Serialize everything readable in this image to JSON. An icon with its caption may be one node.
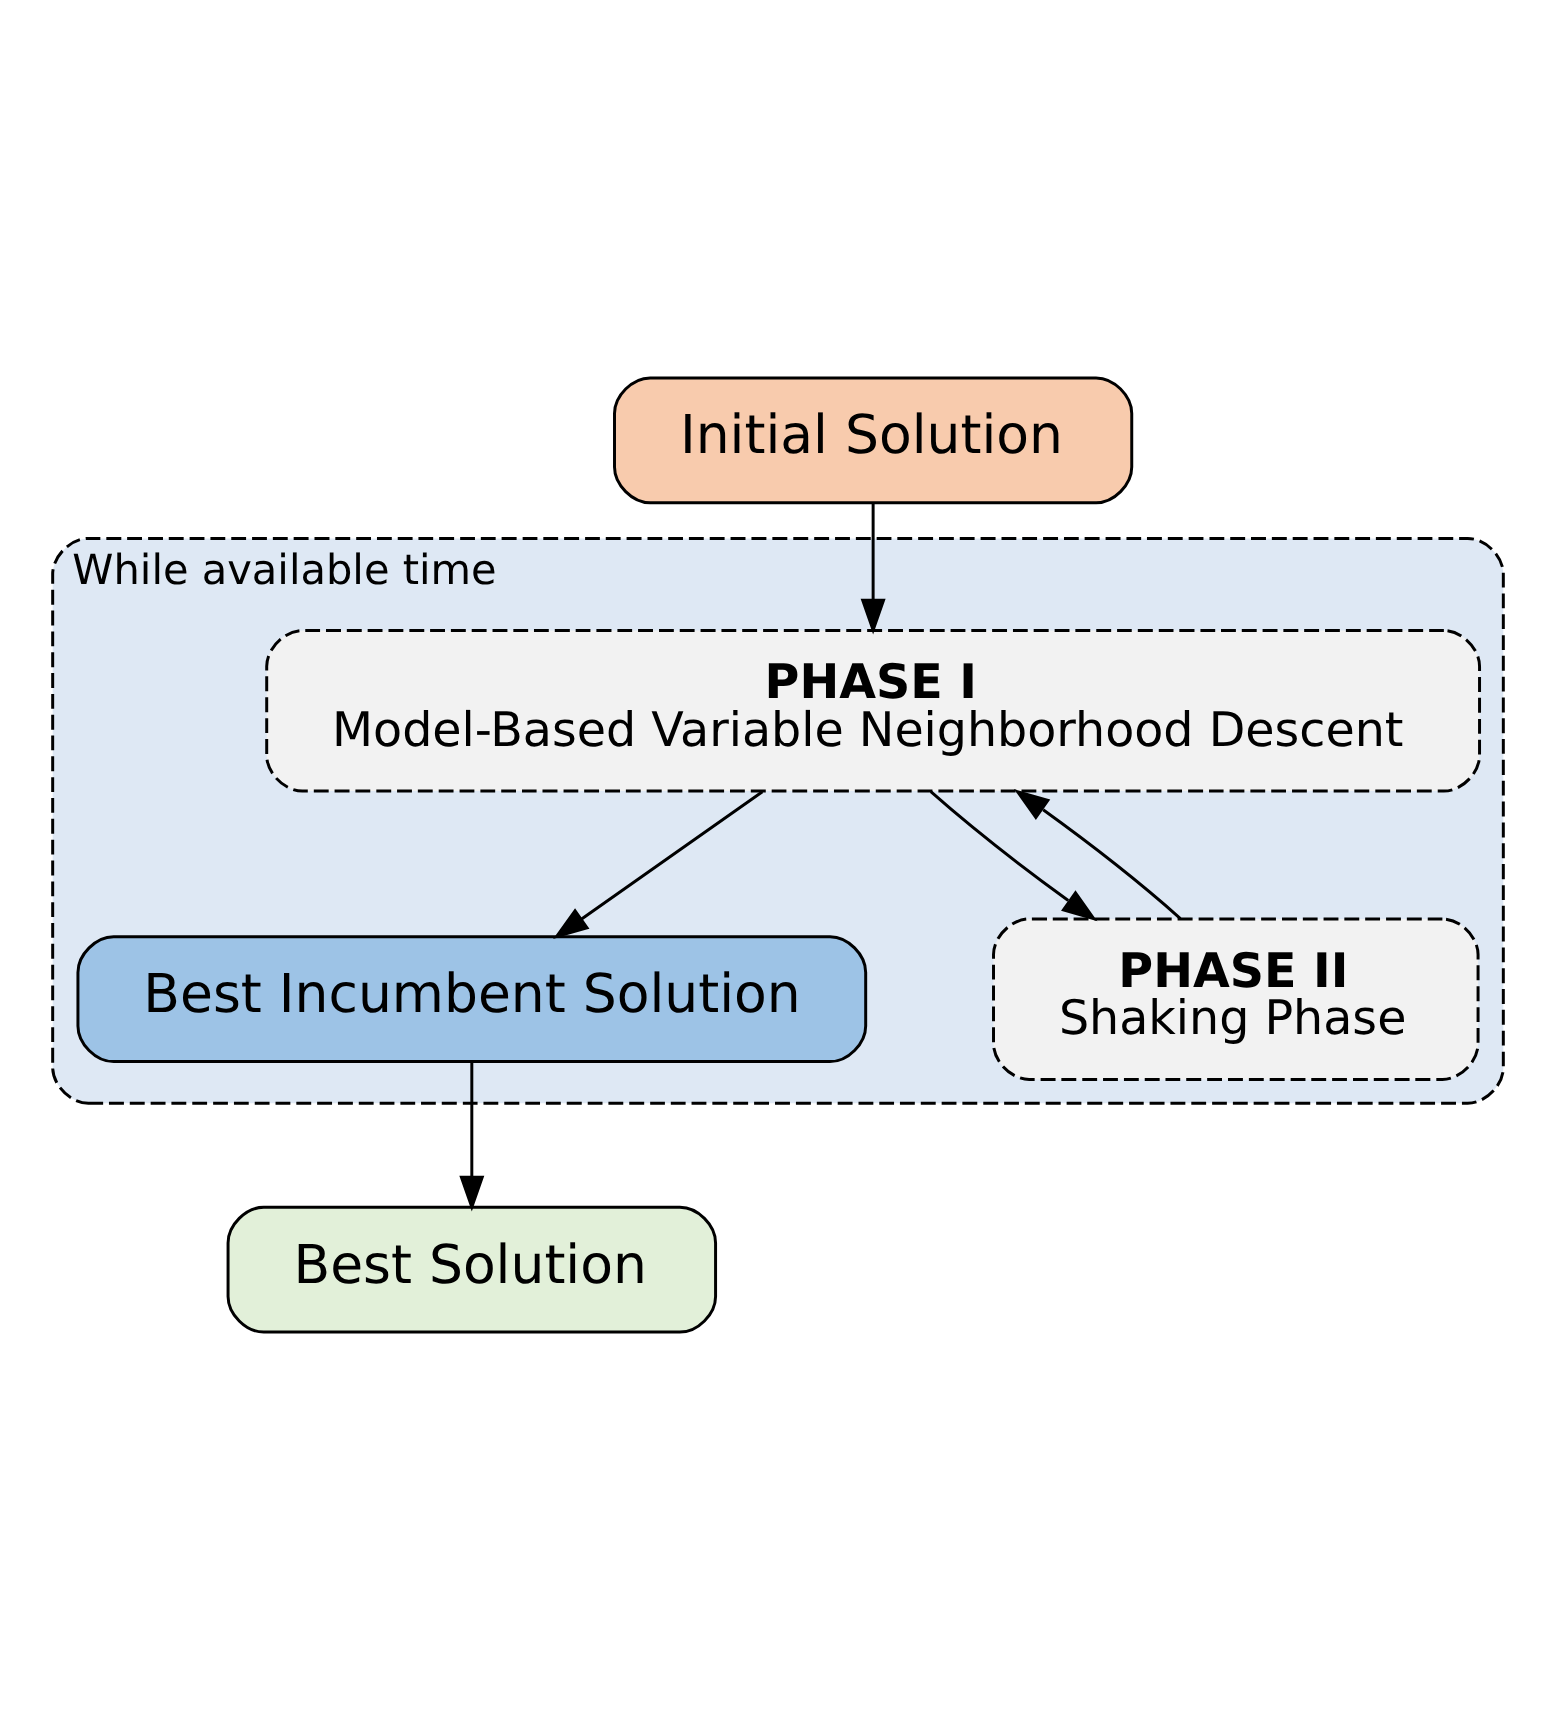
{
  "diagram": {
    "nodes": [
      {
        "text": [
          "Initial Solution"
        ]
      },
      {
        "text": [
          "While available time"
        ]
      },
      {
        "text": [
          "PHASE I",
          "Model-Based Variable Neighborhood Descent"
        ],
        "in": 1
      },
      {
        "text": [
          "Best Incumbent Solution"
        ],
        "in": 1
      },
      {
        "text": [
          "PHASE II",
          "Shaking Phase"
        ],
        "in": 1
      },
      {
        "text": [
          "Best Solution"
        ]
      }
    ],
    "edges": [
      {
        "from": 0,
        "to": 2,
        "arrow": "to"
      },
      {
        "from": 2,
        "to": 3,
        "arrow": "to"
      },
      {
        "from": 2,
        "to": 4,
        "arrow": "to"
      },
      {
        "from": 4,
        "to": 2,
        "arrow": "to"
      },
      {
        "from": 3,
        "to": 5,
        "arrow": "to"
      }
    ]
  }
}
